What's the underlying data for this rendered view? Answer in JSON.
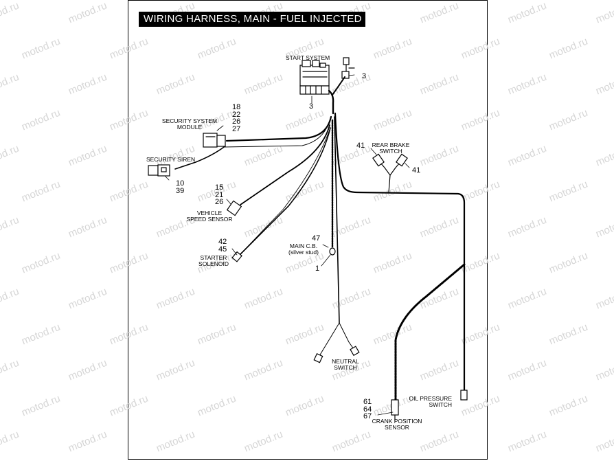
{
  "title": "WIRING HARNESS, MAIN - FUEL INJECTED",
  "watermark": "motod.ru",
  "components": {
    "start_system": {
      "label": "START SYSTEM"
    },
    "security_module": {
      "label1": "SECURITY SYSTEM",
      "label2": "MODULE",
      "refs": [
        "18",
        "22",
        "26",
        "27"
      ]
    },
    "security_siren": {
      "label": "SECURITY SIREN",
      "refs": [
        "10",
        "39"
      ]
    },
    "vss": {
      "label1": "VEHICLE",
      "label2": "SPEED SENSOR",
      "refs": [
        "15",
        "21",
        "26"
      ]
    },
    "starter_solenoid": {
      "label1": "STARTER",
      "label2": "SOLENOID",
      "refs": [
        "42",
        "45"
      ]
    },
    "main_cb": {
      "label1": "MAIN C.B.",
      "label2": "(silver stud)",
      "ref": "47"
    },
    "rear_brake": {
      "label1": "REAR BRAKE",
      "label2": "SWITCH",
      "ref_left": "41",
      "ref_right": "41"
    },
    "neutral": {
      "label1": "NEUTRAL",
      "label2": "SWITCH"
    },
    "oil_pressure": {
      "label1": "OIL PRESSURE",
      "label2": "SWITCH"
    },
    "crank": {
      "label1": "CRANK POSITION",
      "label2": "SENSOR",
      "refs": [
        "61",
        "64",
        "67"
      ]
    },
    "callouts": {
      "start_right": "3",
      "start_below": "3",
      "main_cb_below": "1"
    }
  }
}
